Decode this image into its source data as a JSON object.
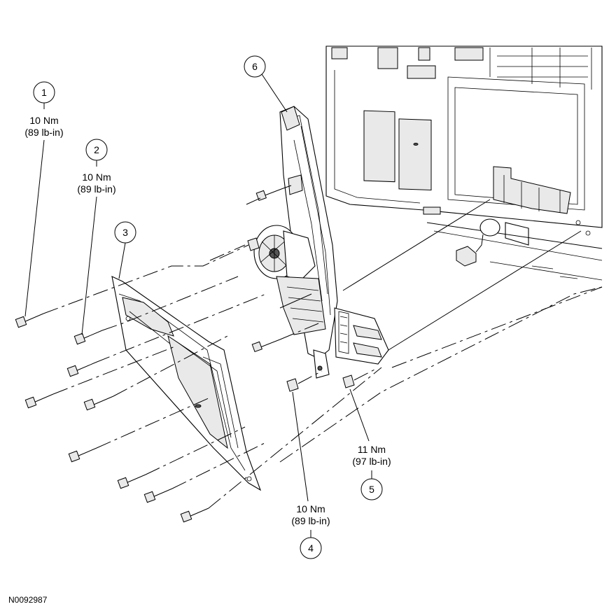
{
  "callouts": [
    {
      "id": "1",
      "torque_nm": "10 Nm",
      "torque_lbin": "(89 lb-in)"
    },
    {
      "id": "2",
      "torque_nm": "10 Nm",
      "torque_lbin": "(89 lb-in)"
    },
    {
      "id": "3"
    },
    {
      "id": "4",
      "torque_nm": "10 Nm",
      "torque_lbin": "(89 lb-in)"
    },
    {
      "id": "5",
      "torque_nm": "11 Nm",
      "torque_lbin": "(97 lb-in)"
    },
    {
      "id": "6"
    }
  ],
  "figure_code": "N0092987"
}
